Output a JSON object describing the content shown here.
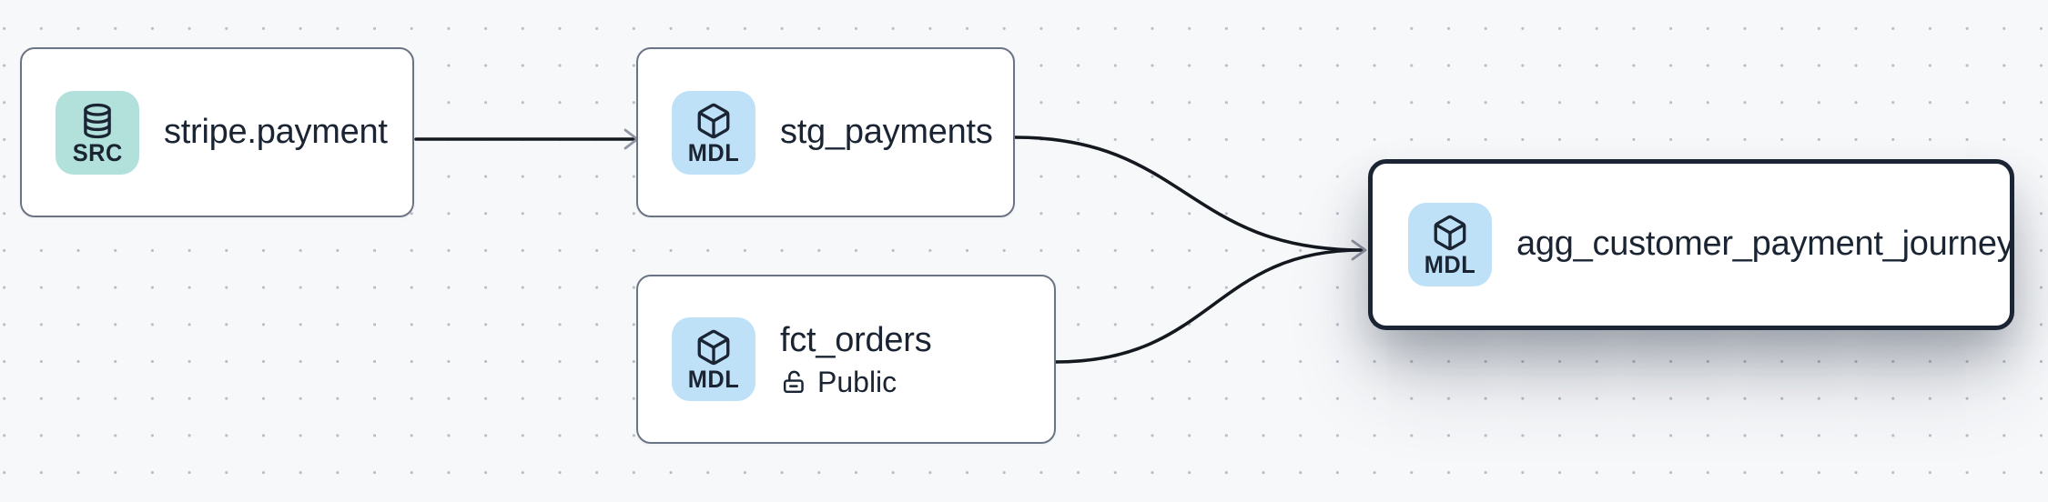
{
  "app": {
    "view": "lineage-graph-canvas"
  },
  "canvas": {
    "background_color": "#f7f8fa",
    "dot_color": "#b8bdc6",
    "edge_color": "#14181f",
    "arrowhead_color": "#9097a3"
  },
  "colors": {
    "node_background": "#ffffff",
    "node_border": "#6b7484",
    "selected_node_border": "#1a2433",
    "text": "#1a2433",
    "src_badge_background": "#b2e1dc",
    "mdl_badge_background": "#bfe1f8"
  },
  "nodes": [
    {
      "title": "stripe.payment",
      "badge": "SRC",
      "badge_icon": "database-icon",
      "kind": "source",
      "selected": false
    },
    {
      "title": "stg_payments",
      "badge": "MDL",
      "badge_icon": "cube-icon",
      "kind": "model",
      "selected": false
    },
    {
      "title": "fct_orders",
      "badge": "MDL",
      "badge_icon": "cube-icon",
      "kind": "model",
      "access": "Public",
      "access_icon": "unlock-icon",
      "selected": false
    },
    {
      "title": "agg_customer_payment_journey",
      "badge": "MDL",
      "badge_icon": "cube-icon",
      "kind": "model",
      "selected": true
    }
  ],
  "edges": [
    {
      "from": "stripe.payment",
      "to": "stg_payments"
    },
    {
      "from": "stg_payments",
      "to": "agg_customer_payment_journey"
    },
    {
      "from": "fct_orders",
      "to": "agg_customer_payment_journey"
    }
  ]
}
